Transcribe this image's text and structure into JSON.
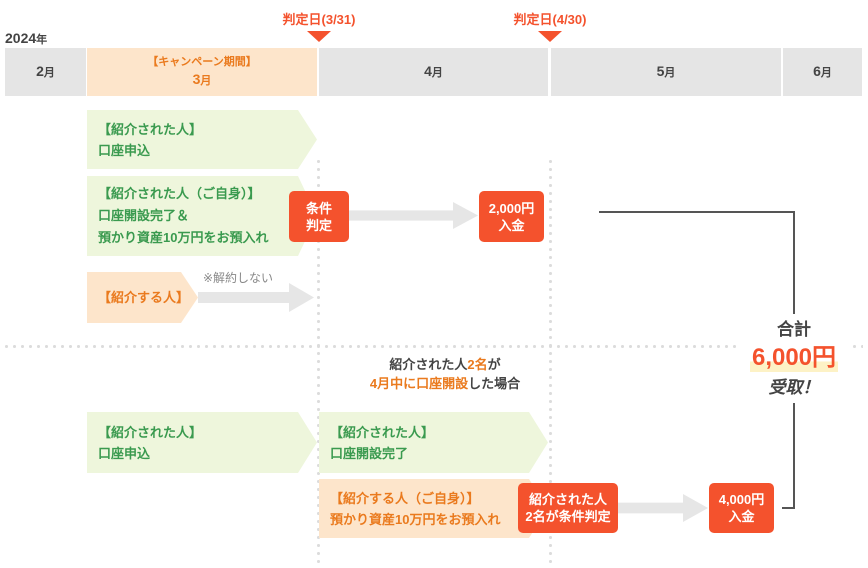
{
  "timeline": {
    "year": "2024",
    "year_unit": "年",
    "markers": [
      {
        "label": "判定日(3/31)"
      },
      {
        "label": "判定日(4/30)"
      }
    ],
    "months": [
      {
        "num": "2",
        "unit": "月"
      },
      {
        "note": "【キャンペーン期間】",
        "num": "3",
        "unit": "月"
      },
      {
        "num": "4",
        "unit": "月"
      },
      {
        "num": "5",
        "unit": "月"
      },
      {
        "num": "6",
        "unit": "月"
      }
    ]
  },
  "scenario1": {
    "referee_apply": {
      "lines": [
        "【紹介された人】",
        "口座申込"
      ]
    },
    "referee_self": {
      "lines": [
        "【紹介された人（ご自身）】",
        "口座開設完了＆",
        "預かり資産10万円をお預入れ"
      ]
    },
    "judge_badge": {
      "lines": [
        "条件",
        "判定"
      ]
    },
    "payout_badge": {
      "lines": [
        "2,000円",
        "入金"
      ]
    },
    "referrer": {
      "label": "【紹介する人】",
      "note": "※解約しない"
    }
  },
  "scenario2": {
    "caption": {
      "line1_pre": "紹介された人",
      "line1_em": "2名",
      "line1_post": "が",
      "line2_em": "4月中に口座開設",
      "line2_post": "した場合"
    },
    "referee_apply": {
      "lines": [
        "【紹介された人】",
        "口座申込"
      ]
    },
    "referee_open": {
      "lines": [
        "【紹介された人】",
        "口座開設完了"
      ]
    },
    "referrer_self": {
      "lines": [
        "【紹介する人（ご自身）】",
        "預かり資産10万円をお預入れ"
      ]
    },
    "judge_badge": {
      "lines": [
        "紹介された人",
        "2名が条件判定"
      ]
    },
    "payout_badge": {
      "lines": [
        "4,000円",
        "入金"
      ]
    }
  },
  "total": {
    "label": "合計",
    "amount": "6,000円",
    "suffix": "受取！"
  },
  "colors": {
    "accent_red": "#f4522d",
    "orange_text": "#ea7a1e",
    "orange_fill": "#fde5cb",
    "green_text": "#3a9a4f",
    "green_fill": "#eef6dc",
    "header_gray": "#e5e5e5",
    "arrow_gray": "#e6e6e6",
    "text_dark": "#444444",
    "highlight_yellow": "#fdf2c6"
  }
}
